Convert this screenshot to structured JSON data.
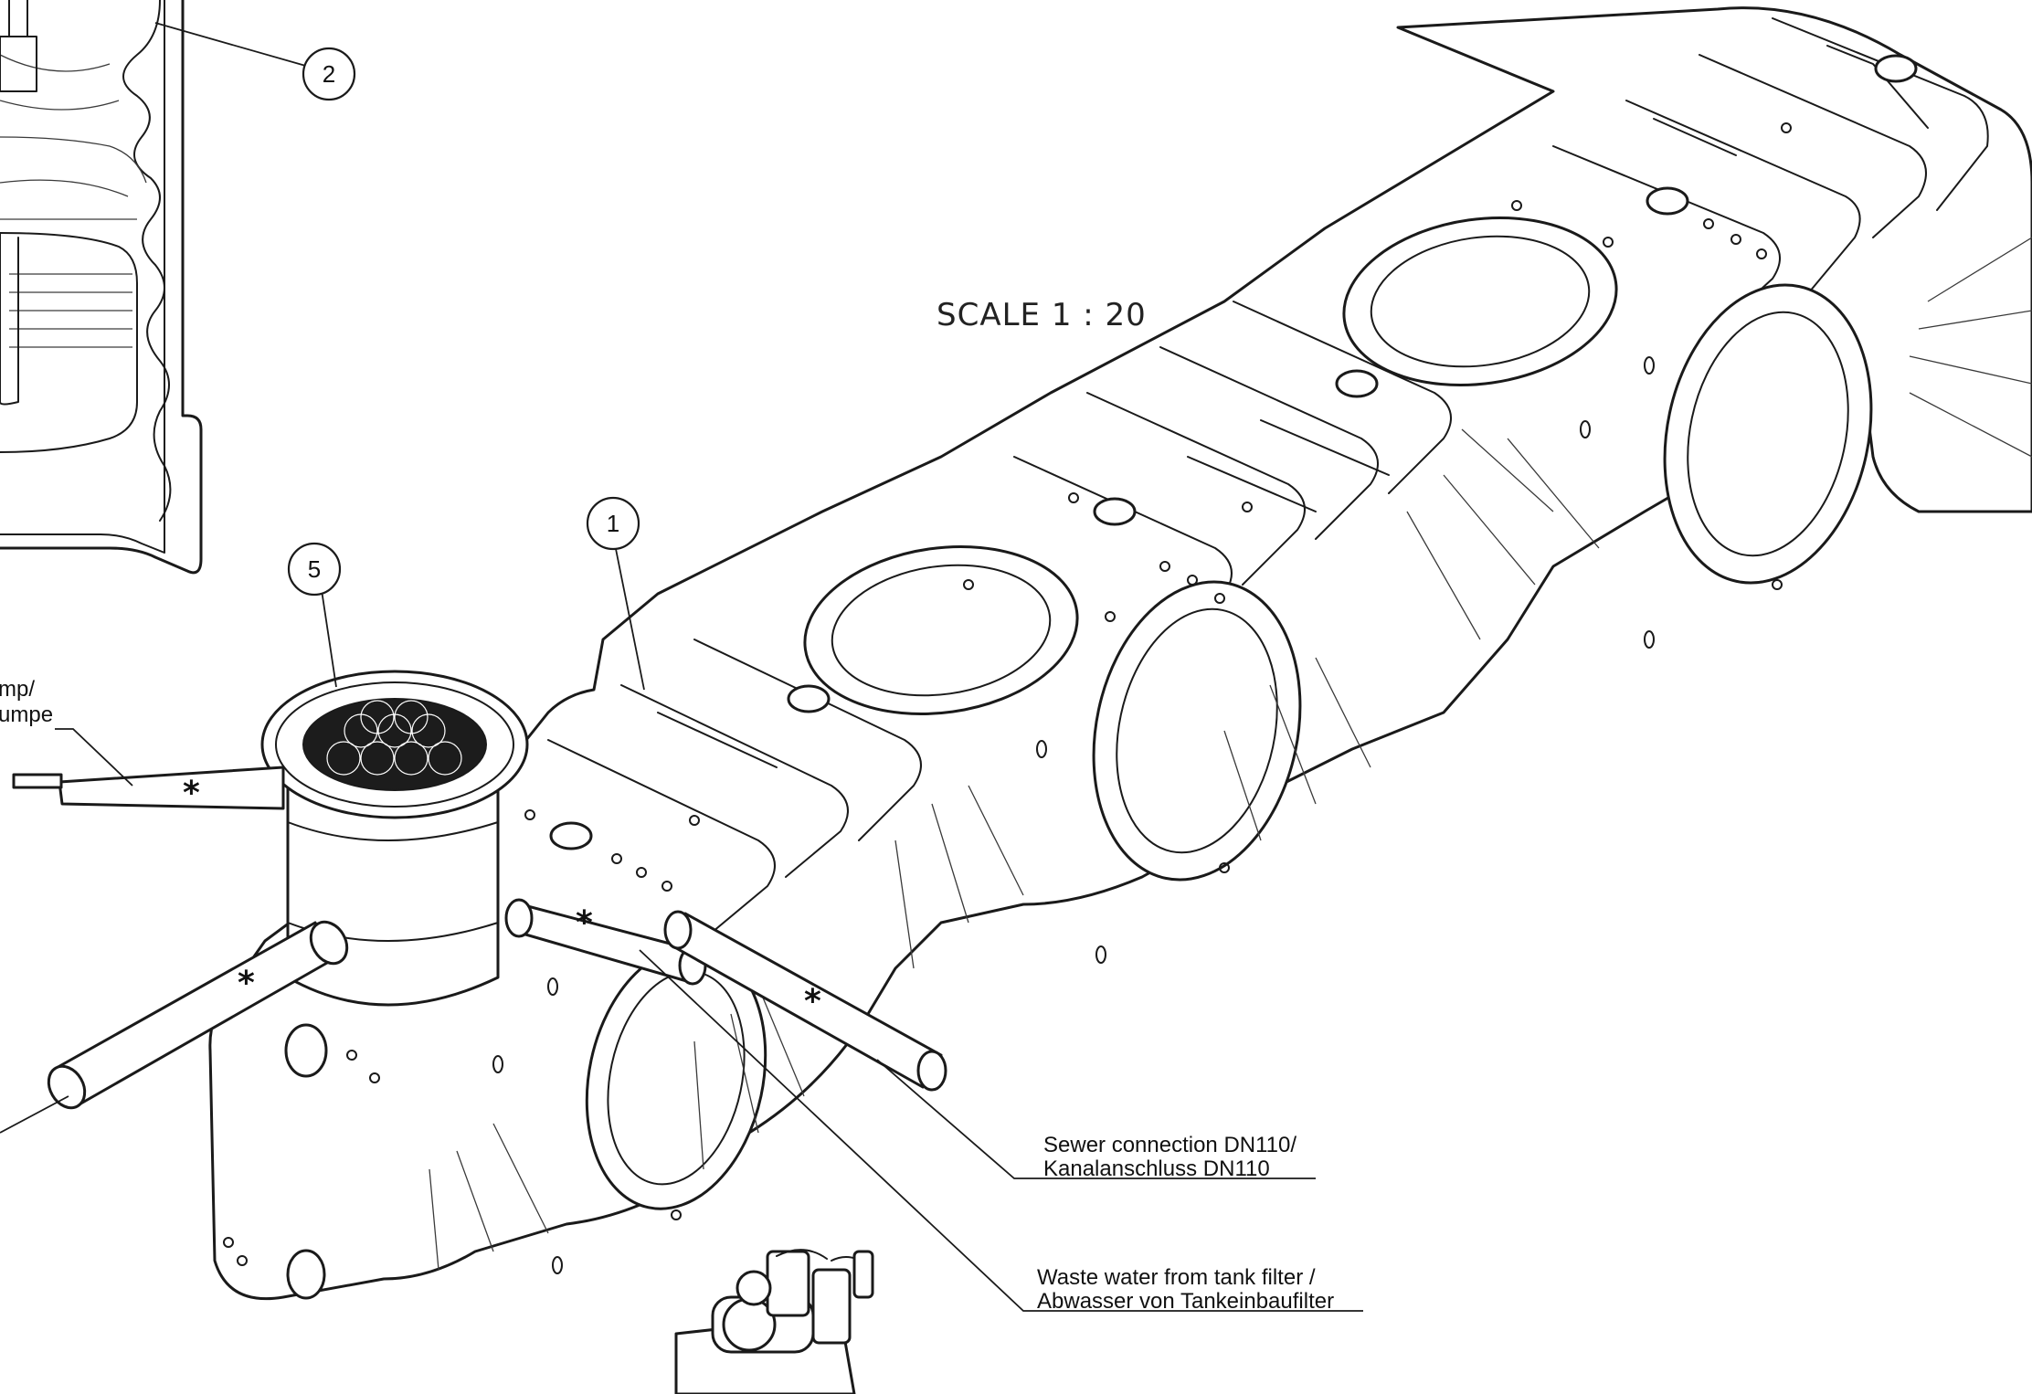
{
  "scale_label": "SCALE 1 : 20",
  "balloons": [
    {
      "id": "balloon-1",
      "number": "1"
    },
    {
      "id": "balloon-2",
      "number": "2"
    },
    {
      "id": "balloon-5",
      "number": "5"
    }
  ],
  "notes": {
    "pump_line1": "mp/",
    "pump_line2": "umpe",
    "sewer_line1": "Sewer connection DN110/",
    "sewer_line2": "Kanalanschluss DN110",
    "waste_line1": "Waste water from tank filter /",
    "waste_line2": "Abwasser von Tankeinbaufilter"
  },
  "pipe_marker": "*"
}
